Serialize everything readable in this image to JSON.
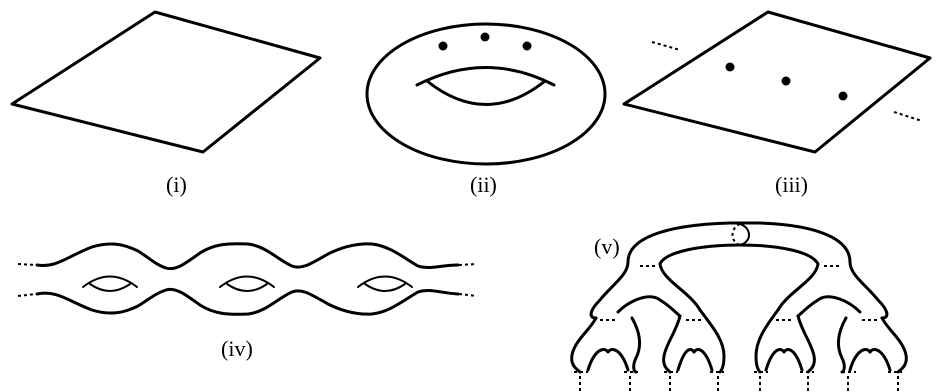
{
  "panels": [
    {
      "id": "i",
      "label": "(i)"
    },
    {
      "id": "ii",
      "label": "(ii)"
    },
    {
      "id": "iii",
      "label": "(iii)"
    },
    {
      "id": "iv",
      "label": "(iv)"
    },
    {
      "id": "v",
      "label": "(v)"
    }
  ],
  "colors": {
    "stroke": "#000000",
    "background": "#ffffff"
  }
}
